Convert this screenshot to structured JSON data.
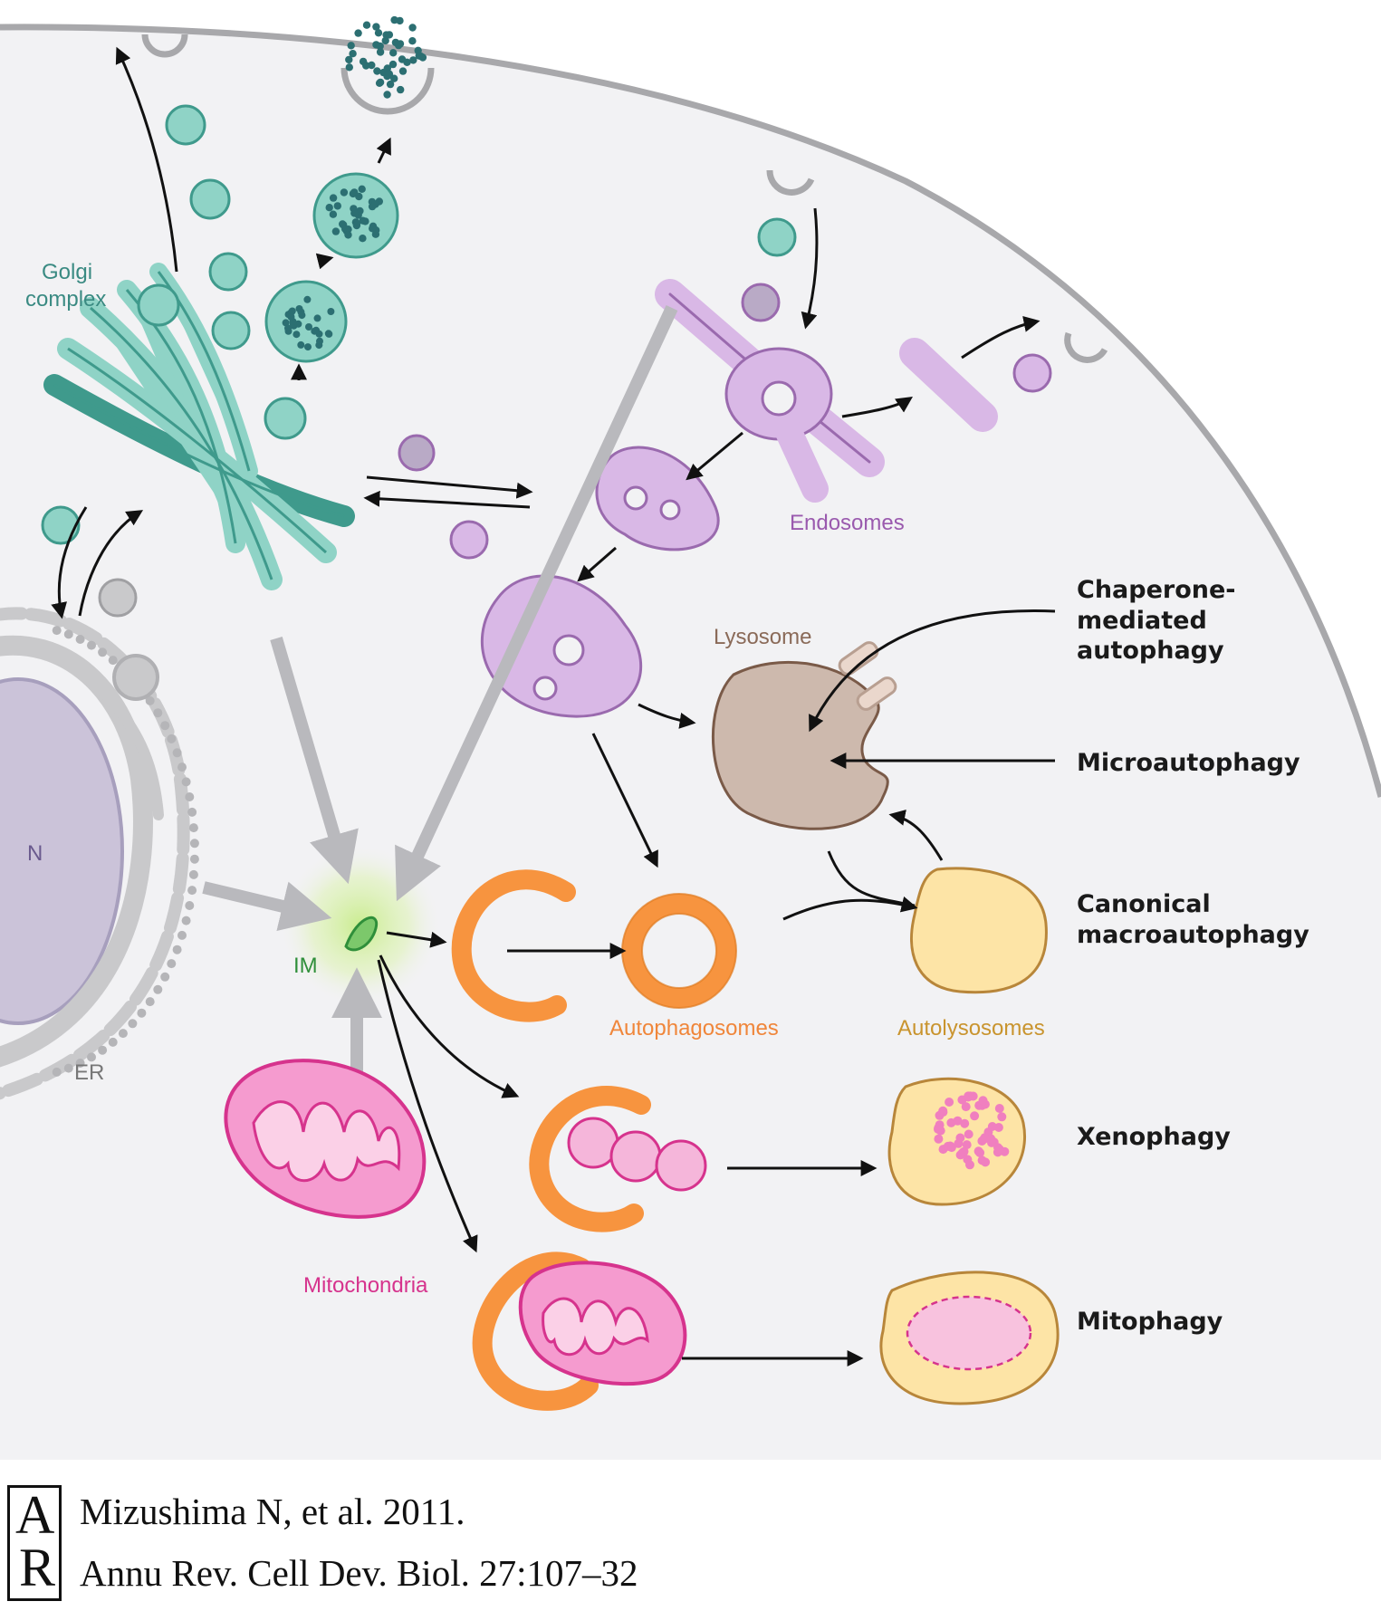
{
  "labels": {
    "golgi": [
      "Golgi",
      "complex"
    ],
    "endosomes": "Endosomes",
    "lysosome": "Lysosome",
    "nucleus": "N",
    "er": "ER",
    "im": "IM",
    "autophagosomes": "Autophagosomes",
    "autolysosomes": "Autolysosomes",
    "mitochondria": "Mitochondria"
  },
  "pathways": {
    "chaperone": [
      "Chaperone-",
      "mediated",
      "autophagy"
    ],
    "micro": "Microautophagy",
    "canonical": [
      "Canonical",
      "macroautophagy"
    ],
    "xeno": "Xenophagy",
    "mito": "Mitophagy"
  },
  "citation": {
    "logo": [
      "A",
      "R"
    ],
    "line1": "Mizushima N, et al. 2011.",
    "line2": "Annu Rev. Cell Dev. Biol. 27:107–32"
  },
  "colors": {
    "golgi": "#8fd3c6",
    "golgi_stroke": "#3f9a8c",
    "endosome": "#d9b8e6",
    "endosome_stroke": "#9a6aae",
    "lysosome": "#cdb9ad",
    "lysosome_stroke": "#7a5a48",
    "autophagosome": "#f7943f",
    "autolysosome": "#fde4a6",
    "mitochondria": "#f59bcf",
    "mito_stroke": "#d6338d",
    "er": "#c9c9cb",
    "nucleus": "#cbc3d9",
    "im_green": "#2f8f3a",
    "cell_bg": "#f2f2f4"
  }
}
